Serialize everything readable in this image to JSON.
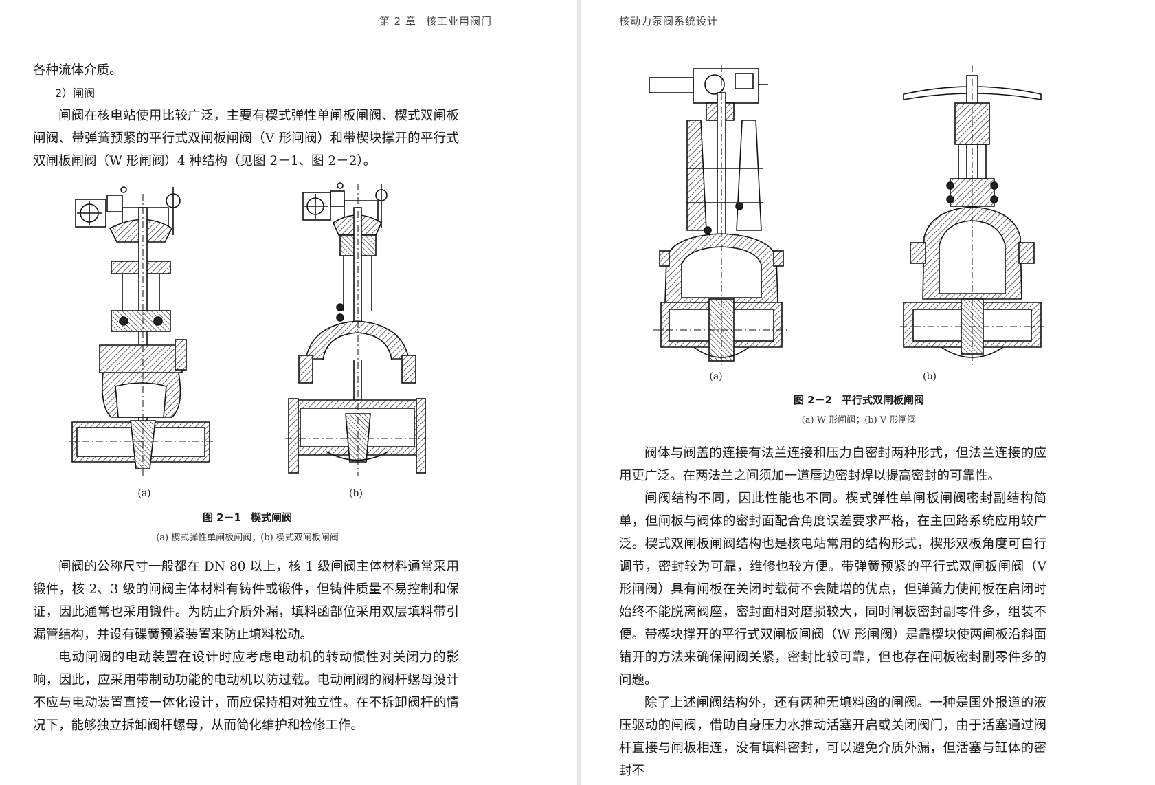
{
  "left_page": {
    "running_head": {
      "chapter": "第 2 章",
      "title": "核工业用阀门"
    },
    "para_top": "各种流体介质。",
    "subheading": "2）闸阀",
    "para_intro": "闸阀在核电站使用比较广泛，主要有楔式弹性单闸板闸阀、楔式双闸板闸阀、带弹簧预紧的平行式双闸板闸阀（V 形闸阀）和带楔块撑开的平行式双闸板闸阀（W 形闸阀）4 种结构（见图 2－1、图 2－2）。",
    "figure": {
      "label_a": "(a)",
      "label_b": "(b)",
      "caption_num": "图 2－1",
      "caption_title": "楔式闸阀",
      "subcaption": "(a) 楔式弹性单闸板闸阀；(b) 楔式双闸板闸阀"
    },
    "para_size": "闸阀的公称尺寸一般都在 DN 80 以上，核 1 级闸阀主体材料通常采用锻件，核 2、3 级的闸阀主体材料有铸件或锻件，但铸件质量不易控制和保证，因此通常也采用锻件。为防止介质外漏，填料函部位采用双层填料带引漏管结构，并设有碟簧预紧装置来防止填料松动。",
    "para_motor": "电动闸阀的电动装置在设计时应考虑电动机的转动惯性对关闭力的影响，因此，应采用带制动功能的电动机以防过载。电动闸阀的阀杆螺母设计不应与电动装置直接一体化设计，而应保持相对独立性。在不拆卸阀杆的情况下，能够独立拆卸阀杆螺母，从而简化维护和检修工作。"
  },
  "right_page": {
    "running_head": "核动力泵阀系统设计",
    "figure": {
      "label_a": "(a)",
      "label_b": "(b)",
      "caption_num": "图 2－2",
      "caption_title": "平行式双闸板闸阀",
      "subcaption": "(a) W 形闸阀；(b) V 形闸阀"
    },
    "para_flange": "阀体与阀盖的连接有法兰连接和压力自密封两种形式，但法兰连接的应用更广泛。在两法兰之间须加一道唇边密封焊以提高密封的可靠性。",
    "para_struct": "闸阀结构不同，因此性能也不同。楔式弹性单闸板闸阀密封副结构简单，但闸板与阀体的密封面配合角度误差要求严格，在主回路系统应用较广泛。楔式双闸板闸阀结构也是核电站常用的结构形式，楔形双板角度可自行调节，密封较为可靠，维修也较方便。带弹簧预紧的平行式双闸板闸阀（V 形闸阀）具有闸板在关闭时载荷不会陡增的优点，但弹簧力使闸板在启闭时始终不能脱离阀座，密封面相对磨损较大，同时闸板密封副零件多，组装不便。带楔块撑开的平行式双闸板闸阀（W 形闸阀）是靠楔块使两闸板沿斜面错开的方法来确保闸阀关紧，密封比较可靠，但也存在闸板密封副零件多的问题。",
    "para_nopack": "除了上述闸阀结构外，还有两种无填料函的闸阀。一种是国外报道的液压驱动的闸阀，借助自身压力水推动活塞开启或关闭阀门，由于活塞通过阀杆直接与闸板相连，没有填料密封，可以避免介质外漏，但活塞与缸体的密封不"
  }
}
